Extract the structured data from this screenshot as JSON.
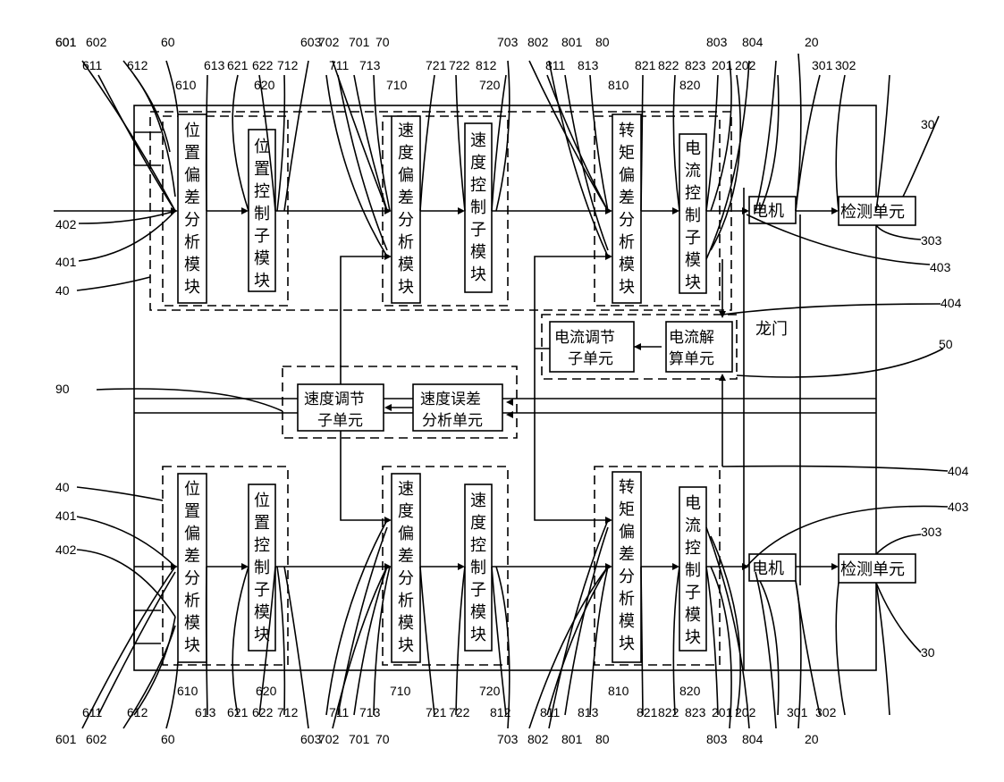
{
  "modules": {
    "pos_dev": [
      "位",
      "置",
      "偏",
      "差",
      "分",
      "析",
      "模",
      "块"
    ],
    "pos_ctrl": [
      "位",
      "置",
      "控",
      "制",
      "子",
      "模",
      "块"
    ],
    "spd_dev": [
      "速",
      "度",
      "偏",
      "差",
      "分",
      "析",
      "模",
      "块"
    ],
    "spd_ctrl": [
      "速",
      "度",
      "控",
      "制",
      "子",
      "模",
      "块"
    ],
    "trq_dev": [
      "转",
      "矩",
      "偏",
      "差",
      "分",
      "析",
      "模",
      "块"
    ],
    "cur_ctrl": [
      "电",
      "流",
      "控",
      "制",
      "子",
      "模",
      "块"
    ]
  },
  "units": {
    "motor": "电机",
    "detect": "检测单元",
    "cur_reg_1": "电流调节",
    "cur_reg_2": "子单元",
    "cur_calc_1": "电流解",
    "cur_calc_2": "算单元",
    "spd_reg_1": "速度调节",
    "spd_reg_2": "子单元",
    "spd_err_1": "速度误差",
    "spd_err_2": "分析单元",
    "gantry": "龙门"
  },
  "labels": {
    "top_row1": [
      "601",
      "602",
      "60",
      "603",
      "702",
      "701",
      "70",
      "703",
      "802",
      "801",
      "80",
      "803",
      "804",
      "20"
    ],
    "top_row2": [
      "611",
      "612",
      "613",
      "621",
      "622",
      "712",
      "711",
      "713",
      "721",
      "722",
      "812",
      "811",
      "813",
      "821",
      "822",
      "823",
      "201",
      "202",
      "301",
      "302"
    ],
    "top_row3": [
      "610",
      "620",
      "710",
      "720",
      "810",
      "820"
    ],
    "left": [
      "402",
      "401",
      "40",
      "90",
      "40",
      "401",
      "402"
    ],
    "right": [
      "30",
      "303",
      "403",
      "404",
      "50",
      "404",
      "403",
      "303",
      "30"
    ],
    "bottom_row1": [
      "610",
      "620",
      "710",
      "720",
      "810",
      "820"
    ],
    "bottom_row2": [
      "611",
      "612",
      "613",
      "621",
      "622",
      "712",
      "711",
      "713",
      "721",
      "722",
      "812",
      "811",
      "813",
      "821",
      "822",
      "823",
      "201",
      "202",
      "301",
      "302"
    ],
    "bottom_row3": [
      "601",
      "602",
      "60",
      "603",
      "702",
      "701",
      "70",
      "703",
      "802",
      "801",
      "80",
      "803",
      "804",
      "20"
    ]
  }
}
